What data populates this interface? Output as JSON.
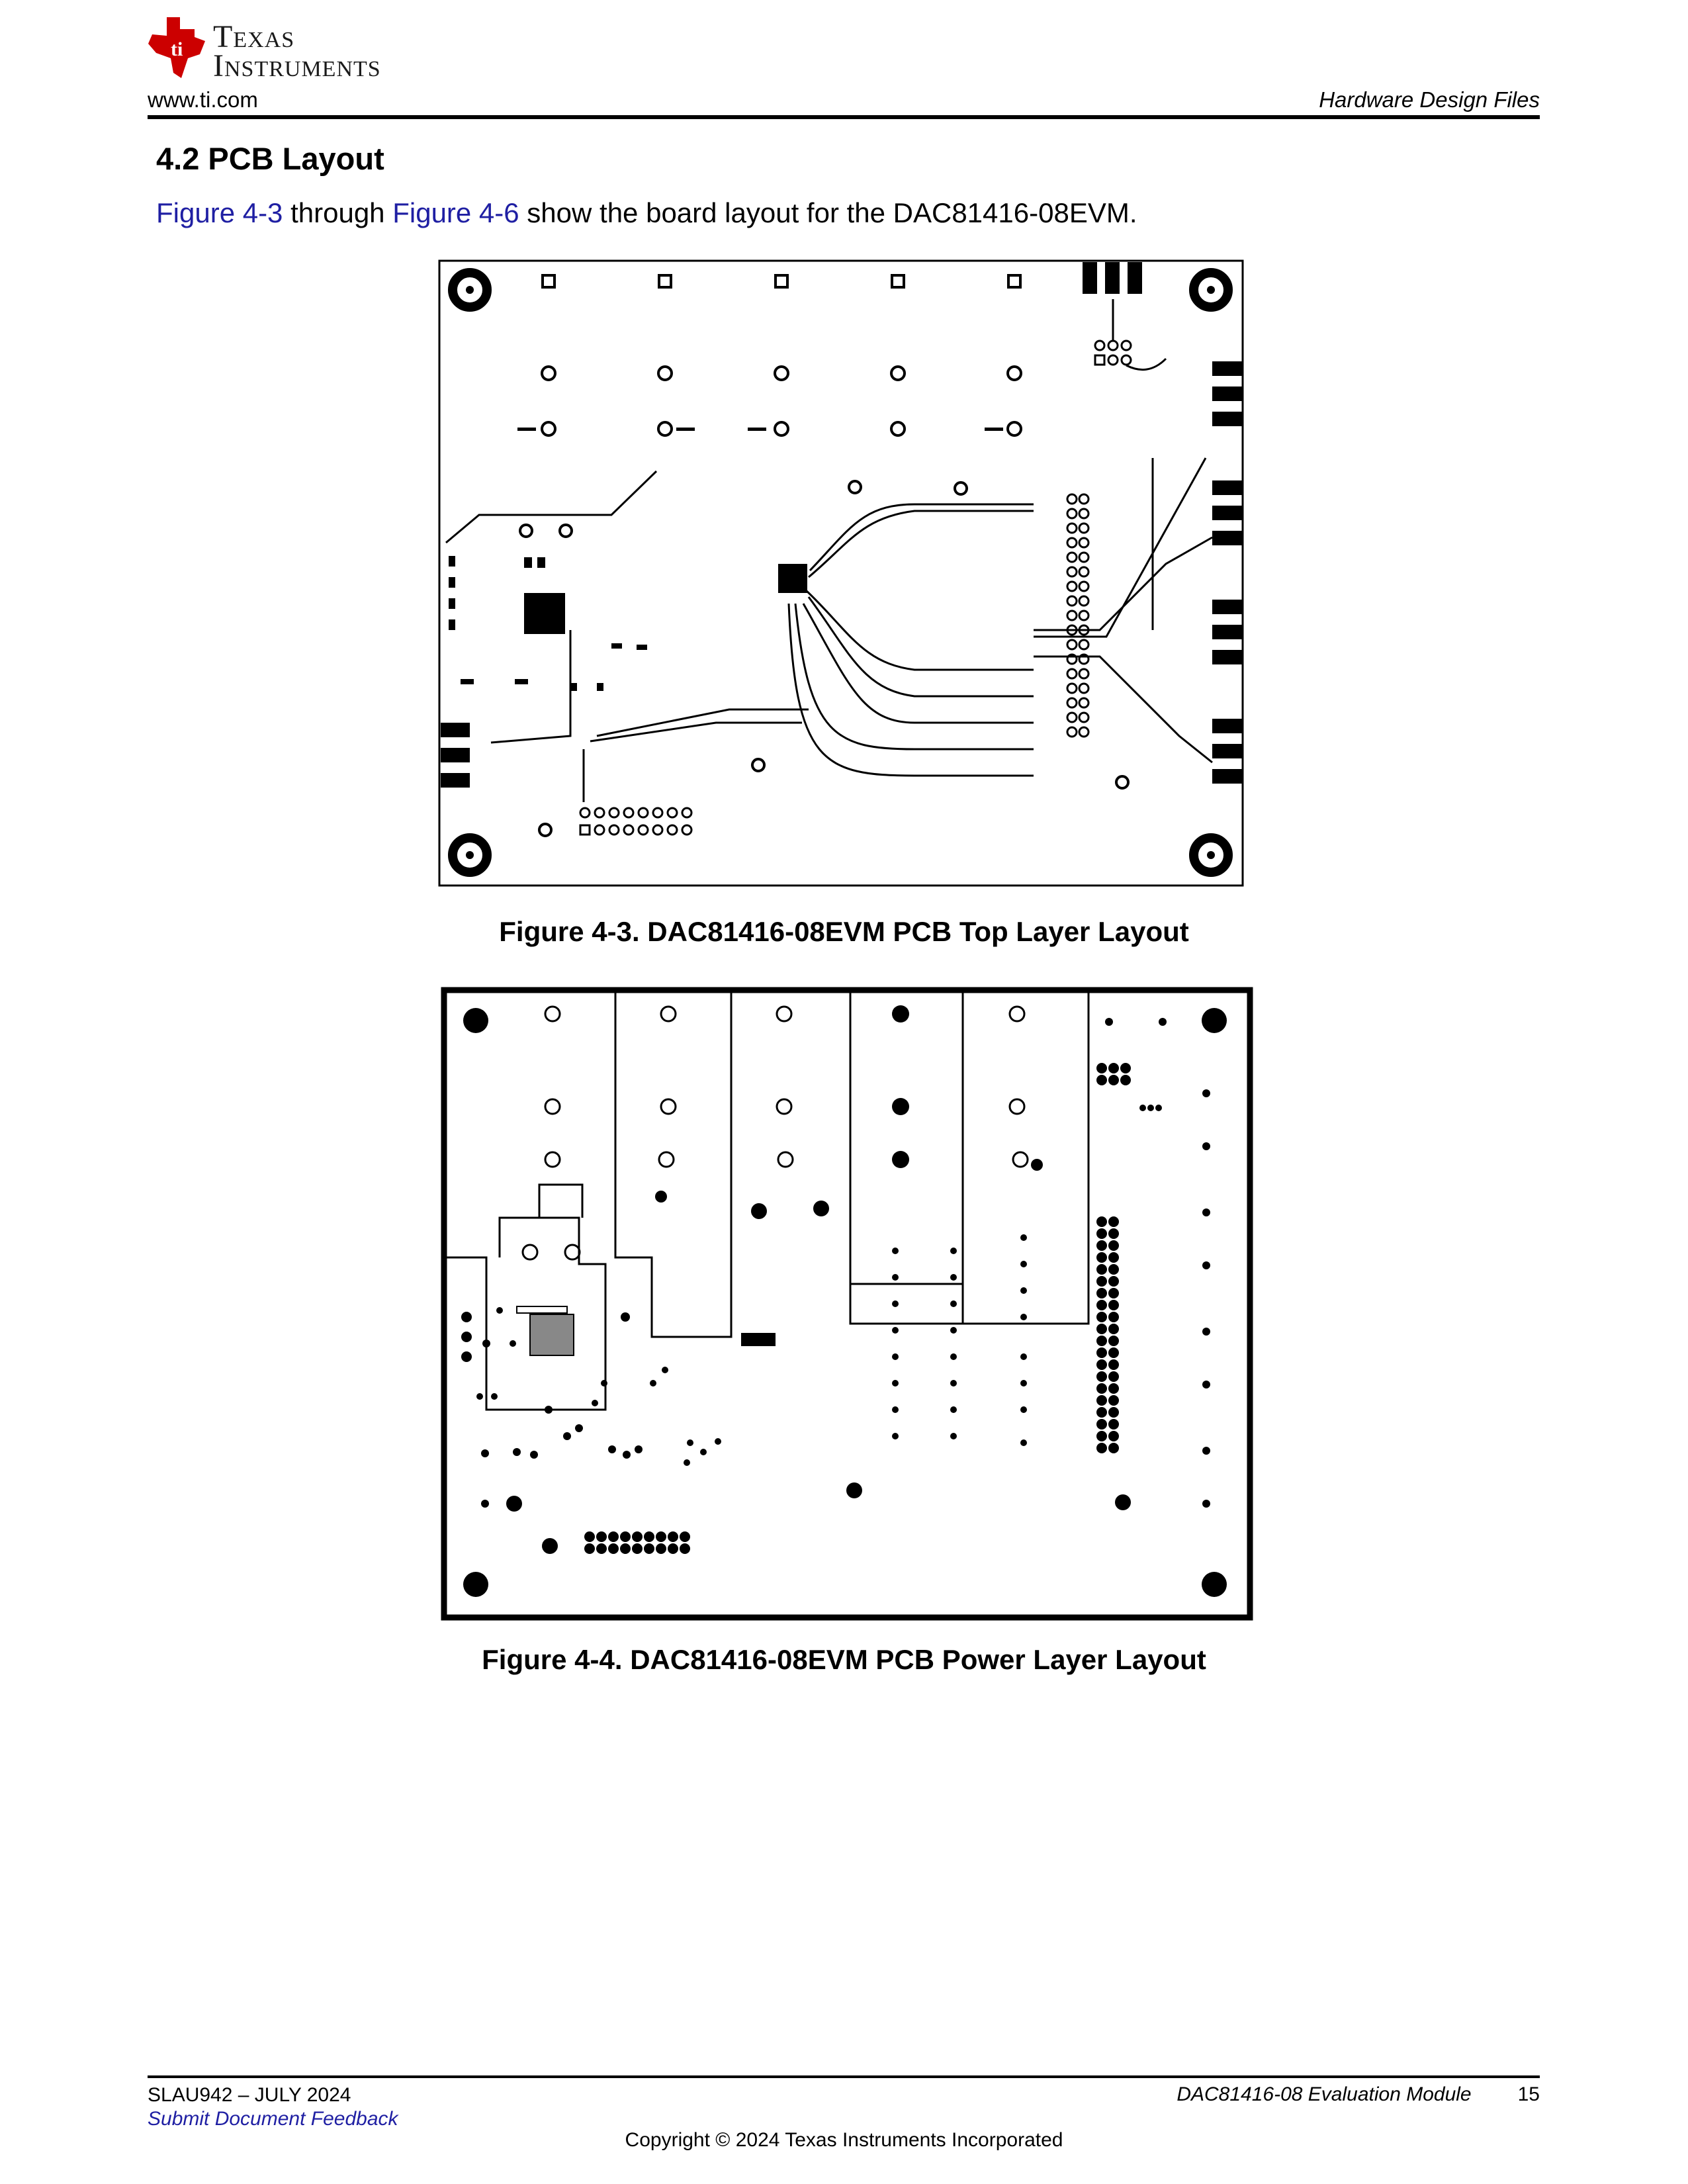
{
  "header": {
    "brand_line1": "Texas",
    "brand_line2": "Instruments",
    "url": "www.ti.com",
    "section_label": "Hardware Design Files"
  },
  "section": {
    "title": "4.2 PCB Layout",
    "intro_link1": "Figure 4-3",
    "intro_mid": " through ",
    "intro_link2": "Figure 4-6",
    "intro_rest": " show the board layout for the DAC81416-08EVM."
  },
  "figures": [
    {
      "caption": "Figure 4-3. DAC81416-08EVM PCB Top Layer Layout"
    },
    {
      "caption": "Figure 4-4. DAC81416-08EVM PCB Power Layer Layout"
    }
  ],
  "footer": {
    "doc_id": "SLAU942 – JULY 2024",
    "feedback": "Submit Document Feedback",
    "product": "DAC81416-08 Evaluation Module",
    "page": "15",
    "copyright": "Copyright © 2024 Texas Instruments Incorporated"
  },
  "colors": {
    "link": "#1f1fa3",
    "logo_red": "#cc0000"
  }
}
